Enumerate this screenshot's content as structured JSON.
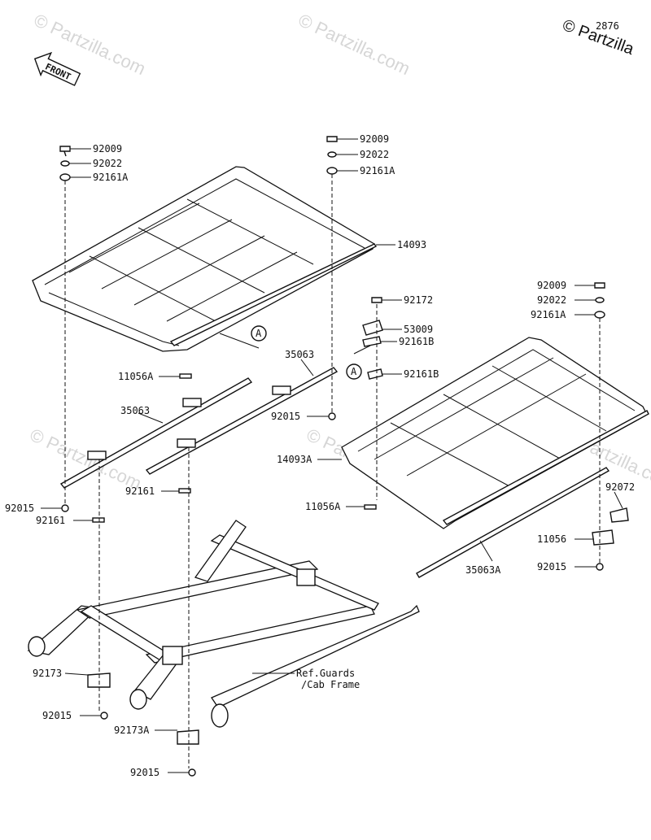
{
  "diagram_code": "2876",
  "copyright": "© Partzilla",
  "watermark": "© Partzilla.com",
  "front_label": "FRONT",
  "ref_label_a": "A",
  "ref_note": [
    "Ref.Guards",
    "/Cab Frame"
  ],
  "labels": {
    "l_92009_a": "92009",
    "l_92022_a": "92022",
    "l_92161A_a": "92161A",
    "l_92009_b": "92009",
    "l_92022_b": "92022",
    "l_92161A_b": "92161A",
    "l_14093": "14093",
    "l_92009_c": "92009",
    "l_92022_c": "92022",
    "l_92161A_c": "92161A",
    "l_92172": "92172",
    "l_53009": "53009",
    "l_92161B_a": "92161B",
    "l_92161B_b": "92161B",
    "l_35063_a": "35063",
    "l_35063_b": "35063",
    "l_11056A_a": "11056A",
    "l_92015_a": "92015",
    "l_14093A": "14093A",
    "l_92161_a": "92161",
    "l_92015_b": "92015",
    "l_92161_b": "92161",
    "l_11056A_b": "11056A",
    "l_92072": "92072",
    "l_11056": "11056",
    "l_92015_c": "92015",
    "l_35063A": "35063A",
    "l_92173": "92173",
    "l_92015_d": "92015",
    "l_92173A": "92173A",
    "l_92015_e": "92015"
  }
}
